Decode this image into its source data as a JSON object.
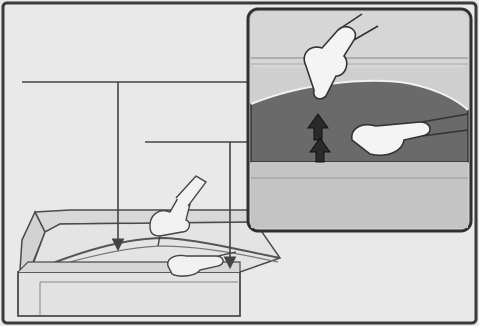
{
  "figure": {
    "kind": "instruction-illustration",
    "text_labels": [],
    "colors": {
      "page_bg": "#e9e9e9",
      "outer_border": "#3a3a3a",
      "machine_fill": "#dedede",
      "machine_stroke": "#4a4a4a",
      "inset_border": "#303030",
      "inset_bg": "#cfcfcf",
      "belt_fill": "#6a6a6a",
      "arrow": "#444444"
    },
    "icons": [
      "hand-lifting-belt",
      "hand-reaching-under-belt",
      "up-arrow",
      "pointer-arrow"
    ]
  }
}
